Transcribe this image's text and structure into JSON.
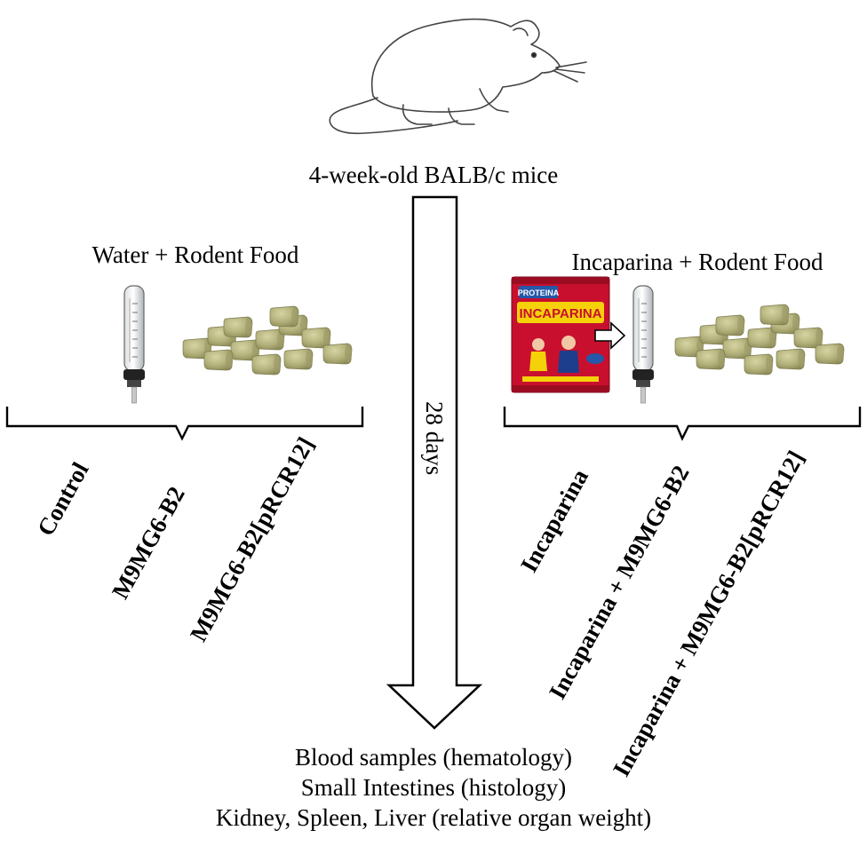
{
  "top": {
    "subject": "4-week-old BALB/c mice"
  },
  "arrow": {
    "duration": "28 days"
  },
  "left_branch": {
    "condition": "Water + Rodent Food",
    "groups": [
      "Control",
      "M9MG6-B2",
      "M9MG6-B2[pRCR12]"
    ]
  },
  "right_branch": {
    "condition": "Incaparina + Rodent Food",
    "package_brand": "PROTEINA",
    "package_name": "INCAPARINA",
    "groups": [
      "Incaparina",
      "Incaparina + M9MG6-B2",
      "Incaparina + M9MG6-B2[pRCR12]"
    ]
  },
  "outcomes": [
    "Blood samples (hematology)",
    "Small Intestines (histology)",
    "Kidney, Spleen, Liver (relative organ weight)"
  ],
  "colors": {
    "package_red": "#c8102e",
    "package_yellow": "#f5d10a",
    "pellet": "#b9b884"
  }
}
